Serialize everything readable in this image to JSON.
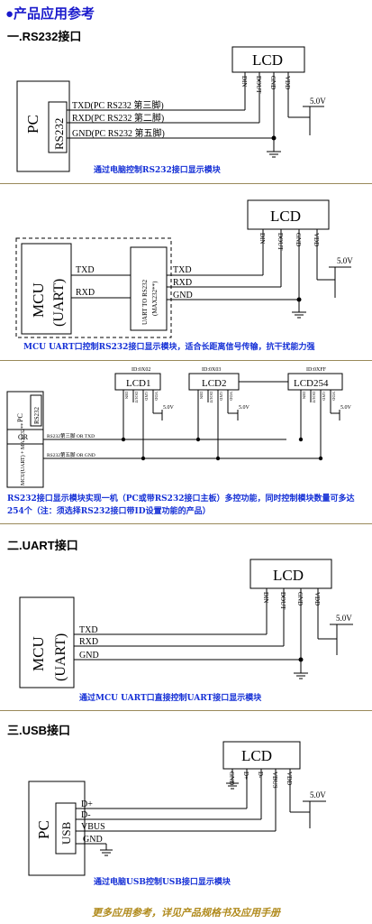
{
  "header": {
    "title": "●产品应用参考"
  },
  "sections": {
    "rs232": {
      "heading": "一.RS232接口",
      "lcd": "LCD",
      "lcd_pins": [
        "DIN",
        "DOUT",
        "GND",
        "VDD"
      ],
      "vdd": "5.0V",
      "pc": "PC",
      "port": "RS232",
      "signals": [
        "TXD(PC RS232 第三脚)",
        "RXD(PC RS232 第二脚)",
        "GND(PC RS232 第五脚)"
      ],
      "caption": "通过电脑控制RS232接口显示模块"
    },
    "mcu_max": {
      "lcd": "LCD",
      "lcd_pins": [
        "DIN",
        "DOUT",
        "GND",
        "VDD"
      ],
      "vdd": "5.0V",
      "mcu": "MCU",
      "uart": "(UART)",
      "mcu_signals": [
        "TXD",
        "RXD"
      ],
      "converter": [
        "UART TO RS232",
        "(MAX232**)"
      ],
      "out_signals": [
        "TXD",
        "RXD",
        "GND"
      ],
      "caption": "MCU UART口控制RS232接口显示模块，适合长距离信号传输，抗干扰能力强"
    },
    "multi": {
      "lcds": [
        {
          "id": "ID:0X02",
          "name": "LCD1"
        },
        {
          "id": "ID:0X03",
          "name": "LCD2"
        },
        {
          "id": "ID:0XFF",
          "name": "LCD254"
        }
      ],
      "pins": [
        "DIN",
        "DOUT",
        "GND",
        "VDD"
      ],
      "vdd": "5.0V",
      "pc": "PC",
      "port": "RS232",
      "or": "OR",
      "mcu_block": "MCU(UART) + MAX232**",
      "line1": "RS232第三脚 OR TXD",
      "line2": "RS232第五脚 OR GND",
      "caption": "RS232接口显示模块实现一机（PC或带RS232接口主板）多控功能，同时控制模块数量可多达254个（注：须选择RS232接口带ID设置功能的产品）"
    },
    "uart": {
      "heading": "二.UART接口",
      "lcd": "LCD",
      "lcd_pins": [
        "DIN",
        "DOUT",
        "GND",
        "VDD"
      ],
      "vdd": "5.0V",
      "mcu": "MCU",
      "uart": "(UART)",
      "signals": [
        "TXD",
        "RXD",
        "GND"
      ],
      "caption": "通过MCU UART口直接控制UART接口显示模块"
    },
    "usb": {
      "heading": "三.USB接口",
      "lcd": "LCD",
      "lcd_pins": [
        "GND",
        "D+",
        "D-",
        "VBUS",
        "VDD"
      ],
      "vdd": "5.0V",
      "pc": "PC",
      "port": "USB",
      "signals": [
        "D+",
        "D-",
        "VBUS",
        "GND"
      ],
      "caption": "通过电脑USB控制USB接口显示模块"
    }
  },
  "footer": {
    "text": "更多应用参考，详见产品规格书及应用手册"
  }
}
